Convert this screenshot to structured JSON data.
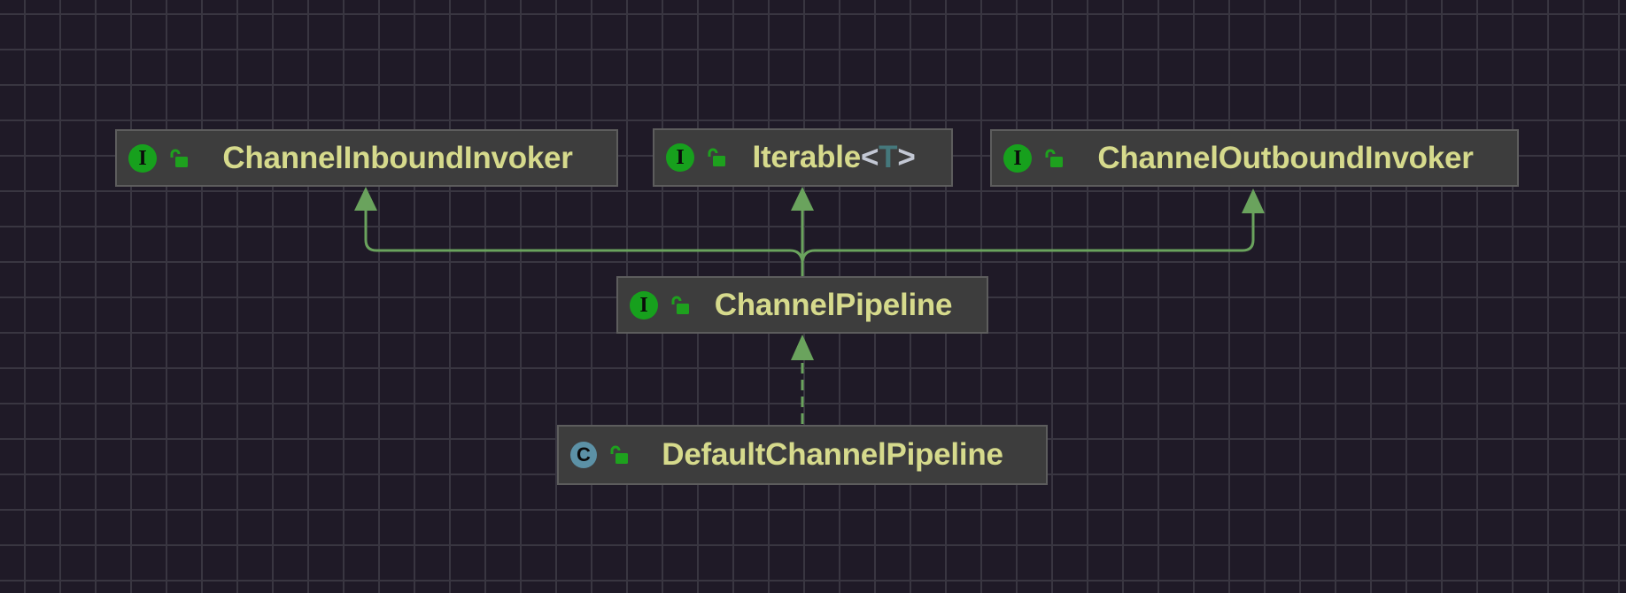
{
  "diagram": {
    "background_color": "#1f1a27",
    "grid_line_color": "#393641",
    "node_fill_color": "#3d3d3d",
    "node_border_color": "#5d5d5d",
    "node_title_color": "#d6da8c",
    "edge_color": "#6aa35d",
    "interface_icon_color": "#17a01d",
    "class_icon_color": "#5c91a6",
    "lock_icon_color": "#1ea11e",
    "type_param_color": "#45787c",
    "bracket_color": "#c3c8d4"
  },
  "nodes": [
    {
      "label": "ChannelInboundInvoker",
      "kind": "interface",
      "kind_letter": "I",
      "visibility": "public"
    },
    {
      "label": "Iterable",
      "kind": "interface",
      "kind_letter": "I",
      "visibility": "public",
      "generic": {
        "open": "<",
        "param": "T",
        "close": ">"
      }
    },
    {
      "label": "ChannelOutboundInvoker",
      "kind": "interface",
      "kind_letter": "I",
      "visibility": "public"
    },
    {
      "label": "ChannelPipeline",
      "kind": "interface",
      "kind_letter": "I",
      "visibility": "public"
    },
    {
      "label": "DefaultChannelPipeline",
      "kind": "class",
      "kind_letter": "C",
      "visibility": "public"
    }
  ],
  "edges": [
    {
      "from": "ChannelPipeline",
      "to": "ChannelInboundInvoker",
      "style": "solid",
      "type": "extends"
    },
    {
      "from": "ChannelPipeline",
      "to": "Iterable",
      "style": "solid",
      "type": "extends"
    },
    {
      "from": "ChannelPipeline",
      "to": "ChannelOutboundInvoker",
      "style": "solid",
      "type": "extends"
    },
    {
      "from": "DefaultChannelPipeline",
      "to": "ChannelPipeline",
      "style": "dashed",
      "type": "implements"
    }
  ]
}
